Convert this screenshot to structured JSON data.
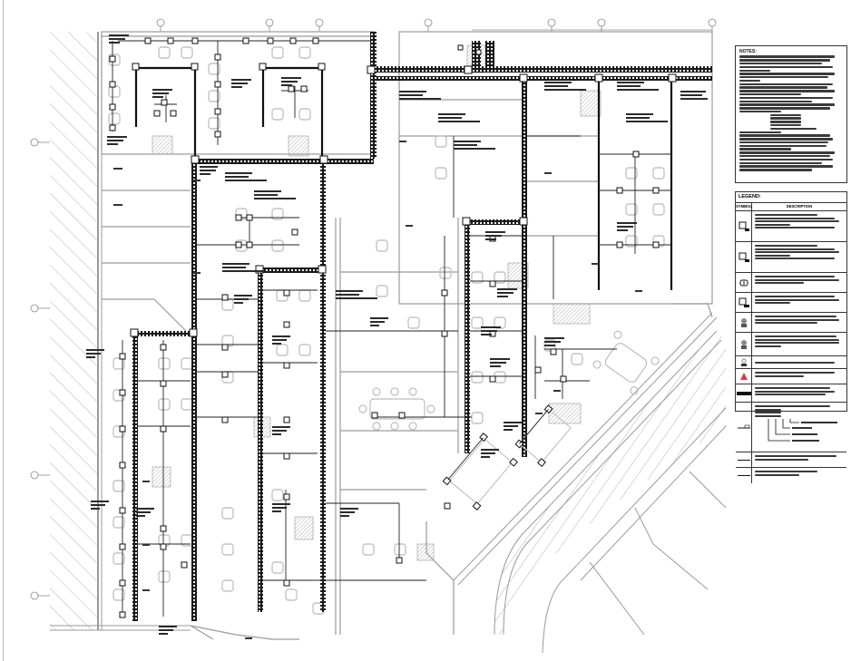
{
  "drawing": {
    "type": "electrical floor plan - cable tray and floor box layout",
    "colors": {
      "linework": "#222222",
      "light_linework": "#9a9a9a",
      "furniture": "#c8c8c8",
      "hatch": "#b8b8b8",
      "highlight_symbol": "#e53935"
    }
  },
  "notes": {
    "title": "NOTES:",
    "line_count": 34
  },
  "legend": {
    "title": "LEGEND:",
    "columns": {
      "symbol": "SYMBOL",
      "description": "DESCRIPTION"
    },
    "rows": [
      {
        "symbol": "floor-box-icon",
        "lines": 6
      },
      {
        "symbol": "floor-box-icon",
        "lines": 6
      },
      {
        "symbol": "duplex-outlet-icon",
        "lines": 3
      },
      {
        "symbol": "power-supply-box-icon",
        "lines": 3
      },
      {
        "symbol": "pole-outlet-icon",
        "lines": 3
      },
      {
        "symbol": "pole-outlet-icon",
        "lines": 4
      },
      {
        "symbol": "data-outlet-icon",
        "lines": 1
      },
      {
        "symbol": "warning-triangle-icon",
        "lines": 2
      },
      {
        "symbol": "cable-tray-icon",
        "lines": 3
      },
      {
        "symbol": "panel-tag-icon",
        "lines": 9
      },
      {
        "symbol": "conduit-line-icon",
        "lines": 2
      },
      {
        "symbol": "conduit-line-icon",
        "lines": 2
      }
    ]
  }
}
